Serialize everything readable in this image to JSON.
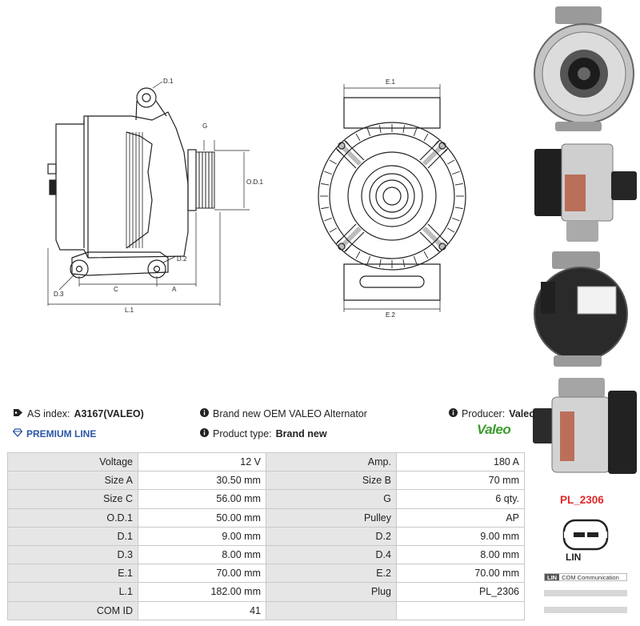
{
  "drawing": {
    "side_labels": {
      "d1": "D.1",
      "g": "G",
      "od1": "O.D.1",
      "d2": "D.2",
      "d3": "D.3",
      "c": "C",
      "a": "A",
      "l1": "L.1"
    },
    "front_labels": {
      "e1": "E.1",
      "e2": "E.2"
    }
  },
  "info": {
    "as_index_label": "AS index:",
    "as_index_value": "A3167(VALEO)",
    "premium": "PREMIUM LINE",
    "description": "Brand new OEM VALEO Alternator",
    "product_type_label": "Product type:",
    "product_type_value": "Brand new",
    "producer_label": "Producer:",
    "producer_value": "Valeo",
    "brand_logo": "Valeo"
  },
  "specs": [
    {
      "l1": "Voltage",
      "v1": "12 V",
      "l2": "Amp.",
      "v2": "180 A"
    },
    {
      "l1": "Size A",
      "v1": "30.50 mm",
      "l2": "Size B",
      "v2": "70 mm"
    },
    {
      "l1": "Size C",
      "v1": "56.00 mm",
      "l2": "G",
      "v2": "6 qty."
    },
    {
      "l1": "O.D.1",
      "v1": "50.00 mm",
      "l2": "Pulley",
      "v2": "AP"
    },
    {
      "l1": "D.1",
      "v1": "9.00 mm",
      "l2": "D.2",
      "v2": "9.00 mm"
    },
    {
      "l1": "D.3",
      "v1": "8.00 mm",
      "l2": "D.4",
      "v2": "8.00 mm"
    },
    {
      "l1": "E.1",
      "v1": "70.00 mm",
      "l2": "E.2",
      "v2": "70.00 mm"
    },
    {
      "l1": "L.1",
      "v1": "182.00 mm",
      "l2": "Plug",
      "v2": "PL_2306"
    },
    {
      "l1": "COM ID",
      "v1": "41",
      "l2": "",
      "v2": ""
    }
  ],
  "plug": {
    "code": "PL_2306",
    "label": "LIN"
  },
  "legend": {
    "code": "LIN",
    "description": "COM Communication"
  },
  "colors": {
    "accent_red": "#e0282a",
    "premium_blue": "#2a56a6",
    "valeo_green": "#3d9b2f"
  }
}
